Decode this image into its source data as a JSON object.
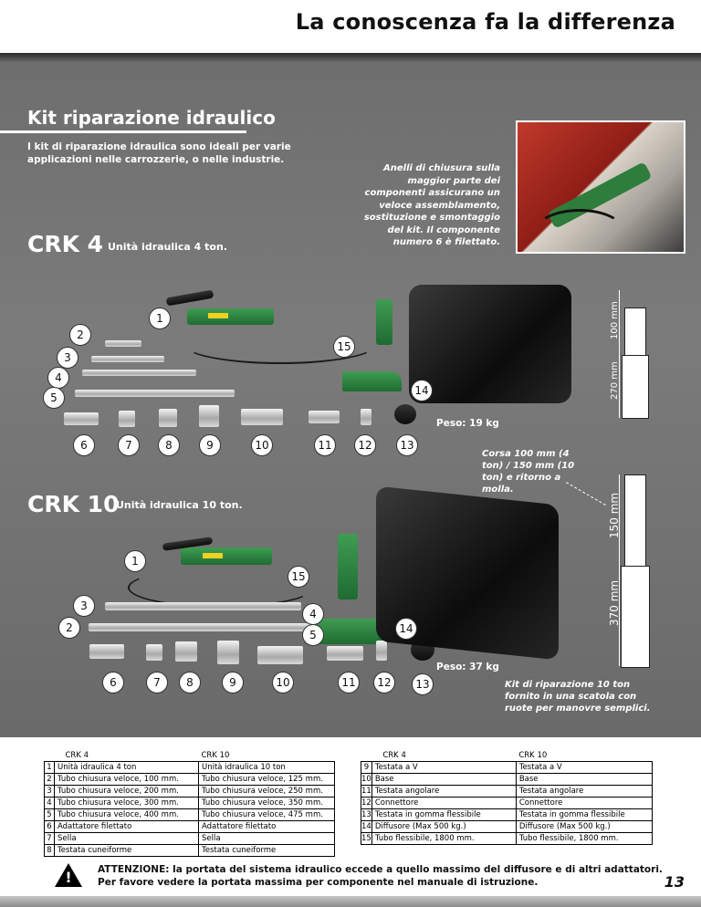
{
  "header": {
    "title": "La conoscenza fa la differenza"
  },
  "section": {
    "title": "Kit riparazione idraulico",
    "intro": "I kit di riparazione idraulica sono ideali per varie applicazioni nelle carrozzerie, o nelle industrie.",
    "photo_caption": "Anelli di chiusura sulla maggior parte dei componenti assicurano un veloce assemblamento, sostituzione e smontaggio del kit. Il componente numero 6 è filettato."
  },
  "crk4": {
    "model": "CRK 4",
    "subtitle": "Unità idraulica 4 ton.",
    "weight": "Peso: 19 kg",
    "dim_top": "100 mm",
    "dim_bottom": "270 mm",
    "labels": [
      "1",
      "2",
      "3",
      "4",
      "5",
      "6",
      "7",
      "8",
      "9",
      "10",
      "11",
      "12",
      "13",
      "14",
      "15"
    ]
  },
  "stroke_note": "Corsa 100 mm (4 ton) / 150 mm (10 ton) e ritorno a molla.",
  "crk10": {
    "model": "CRK 10",
    "subtitle": "Unità idraulica 10 ton.",
    "weight": "Peso: 37 kg",
    "dim_top": "150 mm",
    "dim_bottom": "370 mm",
    "note": "Kit di riparazione 10 ton fornito in una scatola con ruote per manovre semplici.",
    "labels": [
      "1",
      "2",
      "3",
      "4",
      "5",
      "6",
      "7",
      "8",
      "9",
      "10",
      "11",
      "12",
      "13",
      "14",
      "15"
    ]
  },
  "table_left": {
    "head_a": "CRK 4",
    "head_b": "CRK 10",
    "rows": [
      {
        "n": "1",
        "a": "Unità idraulica 4 ton",
        "b": "Unità idraulica 10 ton"
      },
      {
        "n": "2",
        "a": "Tubo chiusura veloce, 100 mm.",
        "b": "Tubo chiusura veloce, 125 mm."
      },
      {
        "n": "3",
        "a": "Tubo chiusura veloce, 200 mm.",
        "b": "Tubo chiusura veloce, 250 mm."
      },
      {
        "n": "4",
        "a": "Tubo chiusura veloce, 300 mm.",
        "b": "Tubo chiusura veloce, 350 mm."
      },
      {
        "n": "5",
        "a": "Tubo chiusura veloce, 400 mm.",
        "b": "Tubo chiusura veloce, 475 mm."
      },
      {
        "n": "6",
        "a": "Adattatore filettato",
        "b": "Adattatore filettato"
      },
      {
        "n": "7",
        "a": "Sella",
        "b": "Sella"
      },
      {
        "n": "8",
        "a": "Testata cuneiforme",
        "b": "Testata cuneiforme"
      }
    ]
  },
  "table_right": {
    "head_a": "CRK 4",
    "head_b": "CRK 10",
    "rows": [
      {
        "n": "9",
        "a": "Testata a V",
        "b": "Testata a V"
      },
      {
        "n": "10",
        "a": "Base",
        "b": "Base"
      },
      {
        "n": "11",
        "a": "Testata angolare",
        "b": "Testata angolare"
      },
      {
        "n": "12",
        "a": "Connettore",
        "b": "Connettore"
      },
      {
        "n": "13",
        "a": "Testata in gomma flessibile",
        "b": "Testata in gomma flessibile"
      },
      {
        "n": "14",
        "a": "Diffusore (Max 500 kg.)",
        "b": "Diffusore (Max 500 kg.)"
      },
      {
        "n": "15",
        "a": "Tubo flessibile, 1800 mm.",
        "b": "Tubo flessibile, 1800 mm."
      }
    ]
  },
  "warning": {
    "line1": "ATTENZIONE: la portata del sistema idraulico eccede a quello massimo del diffusore e di altri adattatori.",
    "line2": "Per favore vedere la portata massima per componente nel manuale di istruzione.",
    "icon_mark": "!"
  },
  "page_number": "13"
}
